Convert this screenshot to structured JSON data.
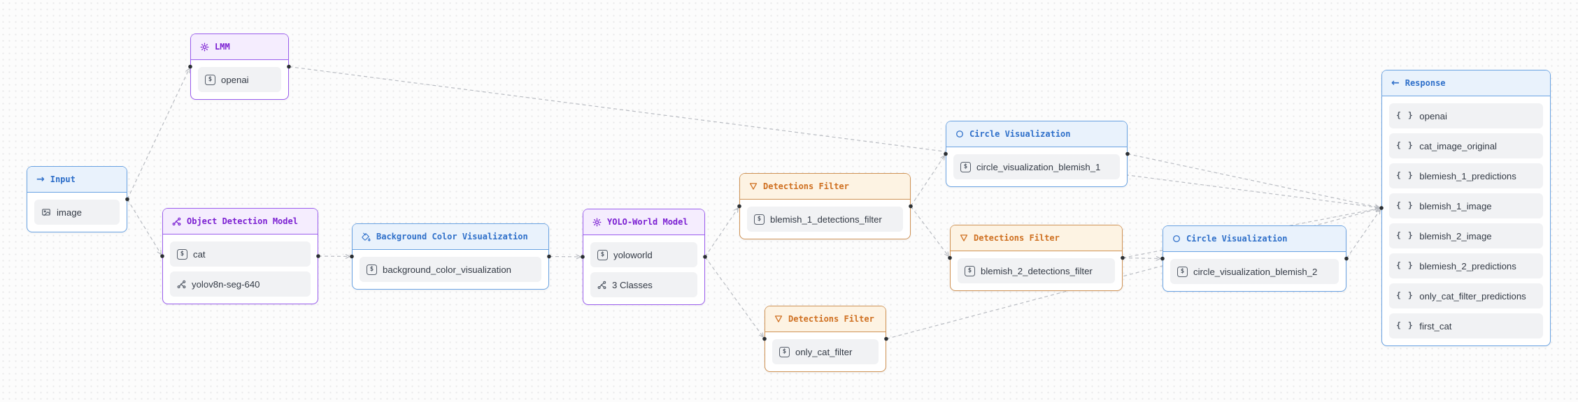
{
  "canvas": {
    "background": "#fcfcfc",
    "edge_color": "#b9bcc2",
    "handle_color": "#2b2f33"
  },
  "colors": {
    "purple_accent": "#7b1fd2",
    "purple_border": "#9a5ced",
    "purple_header_bg": "#f5edfe",
    "blue_accent": "#2e6fc9",
    "blue_border": "#69a2e2",
    "blue_header_bg": "#e9f2fc",
    "orange_accent": "#cf7021",
    "orange_border": "#cf9254",
    "orange_header_bg": "#fdf3e3",
    "item_bg": "#f1f2f4",
    "item_text": "#333a45"
  },
  "nodes": {
    "lmm": {
      "title": "LMM",
      "type": "purple",
      "icon": "gear-icon",
      "items": [
        {
          "icon": "dollar-square-icon",
          "label": "openai"
        }
      ]
    },
    "input": {
      "title": "Input",
      "type": "blue",
      "icon": "arrow-right-icon",
      "items": [
        {
          "icon": "image-icon",
          "label": "image"
        }
      ]
    },
    "object_detection_model": {
      "title": "Object Detection Model",
      "type": "purple",
      "icon": "molecule-icon",
      "items": [
        {
          "icon": "dollar-square-icon",
          "label": "cat"
        },
        {
          "icon": "molecule-icon",
          "label": "yolov8n-seg-640"
        }
      ]
    },
    "background_color_visualization": {
      "title": "Background Color Visualization",
      "type": "blue",
      "icon": "paint-bucket-icon",
      "items": [
        {
          "icon": "dollar-square-icon",
          "label": "background_color_visualization"
        }
      ]
    },
    "yolo_world_model": {
      "title": "YOLO-World Model",
      "type": "purple",
      "icon": "gear-icon",
      "items": [
        {
          "icon": "dollar-square-icon",
          "label": "yoloworld"
        },
        {
          "icon": "molecule-icon",
          "label": "3 Classes"
        }
      ]
    },
    "detections_filter_1": {
      "title": "Detections Filter",
      "type": "orange",
      "icon": "funnel-icon",
      "items": [
        {
          "icon": "dollar-square-icon",
          "label": "blemish_1_detections_filter"
        }
      ]
    },
    "circle_visualization_1": {
      "title": "Circle Visualization",
      "type": "blue",
      "icon": "circle-icon",
      "items": [
        {
          "icon": "dollar-square-icon",
          "label": "circle_visualization_blemish_1"
        }
      ]
    },
    "detections_filter_2": {
      "title": "Detections Filter",
      "type": "orange",
      "icon": "funnel-icon",
      "items": [
        {
          "icon": "dollar-square-icon",
          "label": "blemish_2_detections_filter"
        }
      ]
    },
    "circle_visualization_2": {
      "title": "Circle Visualization",
      "type": "blue",
      "icon": "circle-icon",
      "items": [
        {
          "icon": "dollar-square-icon",
          "label": "circle_visualization_blemish_2"
        }
      ]
    },
    "detections_filter_3": {
      "title": "Detections Filter",
      "type": "orange",
      "icon": "funnel-icon",
      "items": [
        {
          "icon": "dollar-square-icon",
          "label": "only_cat_filter"
        }
      ]
    },
    "response": {
      "title": "Response",
      "type": "blue",
      "icon": "arrow-left-icon",
      "items": [
        {
          "icon": "braces-icon",
          "label": "openai"
        },
        {
          "icon": "braces-icon",
          "label": "cat_image_original"
        },
        {
          "icon": "braces-icon",
          "label": "blemiesh_1_predictions"
        },
        {
          "icon": "braces-icon",
          "label": "blemish_1_image"
        },
        {
          "icon": "braces-icon",
          "label": "blemish_2_image"
        },
        {
          "icon": "braces-icon",
          "label": "blemiesh_2_predictions"
        },
        {
          "icon": "braces-icon",
          "label": "only_cat_filter_predictions"
        },
        {
          "icon": "braces-icon",
          "label": "first_cat"
        }
      ]
    }
  },
  "edges": [
    {
      "from": "input",
      "to": "lmm"
    },
    {
      "from": "input",
      "to": "object_detection_model"
    },
    {
      "from": "object_detection_model",
      "to": "background_color_visualization"
    },
    {
      "from": "background_color_visualization",
      "to": "yolo_world_model"
    },
    {
      "from": "yolo_world_model",
      "to": "detections_filter_1"
    },
    {
      "from": "yolo_world_model",
      "to": "detections_filter_3"
    },
    {
      "from": "detections_filter_1",
      "to": "circle_visualization_1"
    },
    {
      "from": "detections_filter_1",
      "to": "detections_filter_2"
    },
    {
      "from": "detections_filter_2",
      "to": "circle_visualization_2"
    },
    {
      "from": "lmm",
      "to": "response"
    },
    {
      "from": "circle_visualization_1",
      "to": "response"
    },
    {
      "from": "detections_filter_2",
      "to": "response"
    },
    {
      "from": "circle_visualization_2",
      "to": "response"
    },
    {
      "from": "detections_filter_3",
      "to": "response"
    }
  ]
}
